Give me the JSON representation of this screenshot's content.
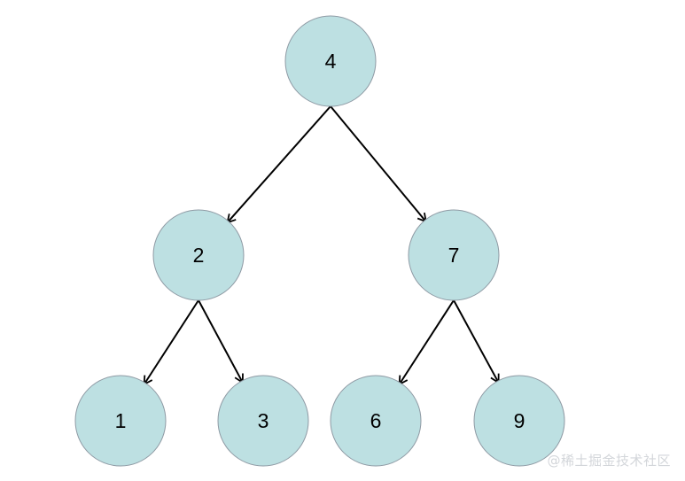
{
  "tree": {
    "nodes": [
      {
        "id": "n4",
        "label": "4"
      },
      {
        "id": "n2",
        "label": "2"
      },
      {
        "id": "n7",
        "label": "7"
      },
      {
        "id": "n1",
        "label": "1"
      },
      {
        "id": "n3",
        "label": "3"
      },
      {
        "id": "n6",
        "label": "6"
      },
      {
        "id": "n9",
        "label": "9"
      }
    ],
    "edges": [
      {
        "from": "n4",
        "to": "n2"
      },
      {
        "from": "n4",
        "to": "n7"
      },
      {
        "from": "n2",
        "to": "n1"
      },
      {
        "from": "n2",
        "to": "n3"
      },
      {
        "from": "n7",
        "to": "n6"
      },
      {
        "from": "n7",
        "to": "n9"
      }
    ],
    "colors": {
      "node_fill": "#bde0e2",
      "node_stroke": "#8f9aa4",
      "edge": "#000000",
      "label": "#000000"
    }
  },
  "watermark": {
    "text": "@稀土掘金技术社区"
  }
}
